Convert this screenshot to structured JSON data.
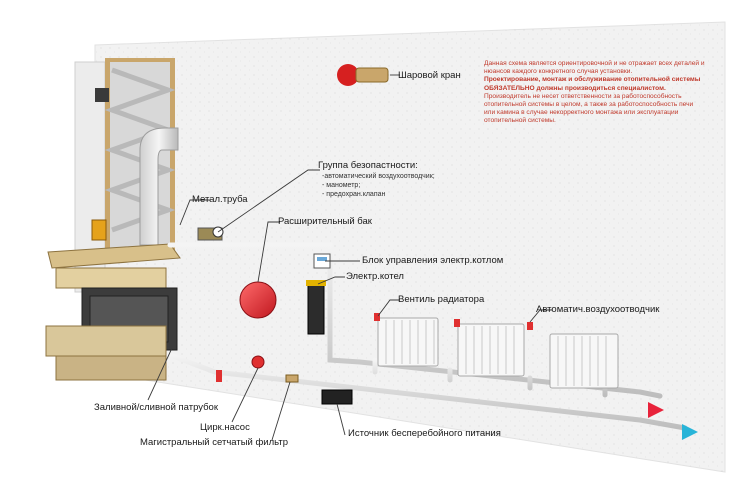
{
  "labels": {
    "ball_valve": "Шаровой кран",
    "safety_group": "Группа безопастности:",
    "safety_items": [
      "-автоматический воздухоотводчик;",
      "- манометр;",
      "- предохран.клапан"
    ],
    "metal_pipe": "Метал.труба",
    "expansion_tank": "Расширительный бак",
    "boiler_control": "Блок управления электр.котлом",
    "electric_boiler": "Электр.котел",
    "radiator_valve": "Вентиль радиатора",
    "air_vent": "Автоматич.воздухоотводчик",
    "fill_drain": "Заливной/сливной патрубок",
    "circ_pump": "Цирк.насос",
    "mesh_filter": "Магистральный сетчатый фильтр",
    "ups": "Источник бесперебойного питания"
  },
  "disclaimer": {
    "line1": "Данная схема является ориентировочной и не отражает всех деталей и нюансов каждого конкретного случая установки.",
    "line2": "Проектирование, монтаж и обслуживание отопительной системы ОБЯЗАТЕЛЬНО должны производиться специалистом.",
    "line3": "Производитель не несет ответственности за работоспособность отопительной системы в целом, а также за работоспособность печи или камина в случае некорректного монтажа или эксплуатации отопительной системы."
  },
  "colors": {
    "accent_red": "#e03030",
    "flow_out": "#e8223a",
    "flow_return": "#28b4d8",
    "wall": "#f3f3f3",
    "pipe": "#d9d9d9"
  }
}
